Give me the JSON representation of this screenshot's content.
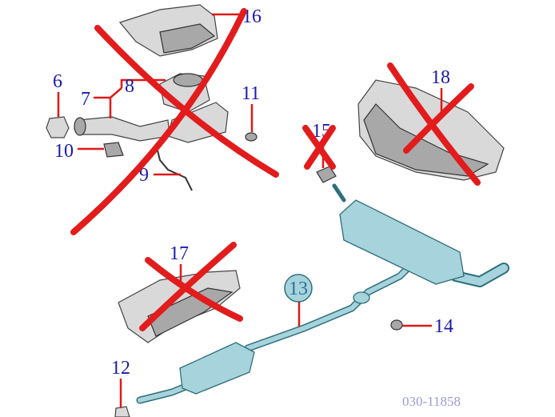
{
  "diagram": {
    "callouts": {
      "c6": "6",
      "c7": "7",
      "c8": "8",
      "c9": "9",
      "c10": "10",
      "c11": "11",
      "c12": "12",
      "c13": "13",
      "c14": "14",
      "c15": "15",
      "c16": "16",
      "c17": "17",
      "c18": "18"
    },
    "reference_code": "030-11858",
    "colors": {
      "label": "#1a1aa8",
      "leader_line": "#e01818",
      "cross_out": "#e21c1c",
      "exhaust_part": "#a7d3dc",
      "crossed_part": "#d9d9d9"
    },
    "crossed_out_parts": [
      "6",
      "7",
      "8",
      "9",
      "10",
      "11",
      "15",
      "16",
      "17",
      "18"
    ]
  }
}
